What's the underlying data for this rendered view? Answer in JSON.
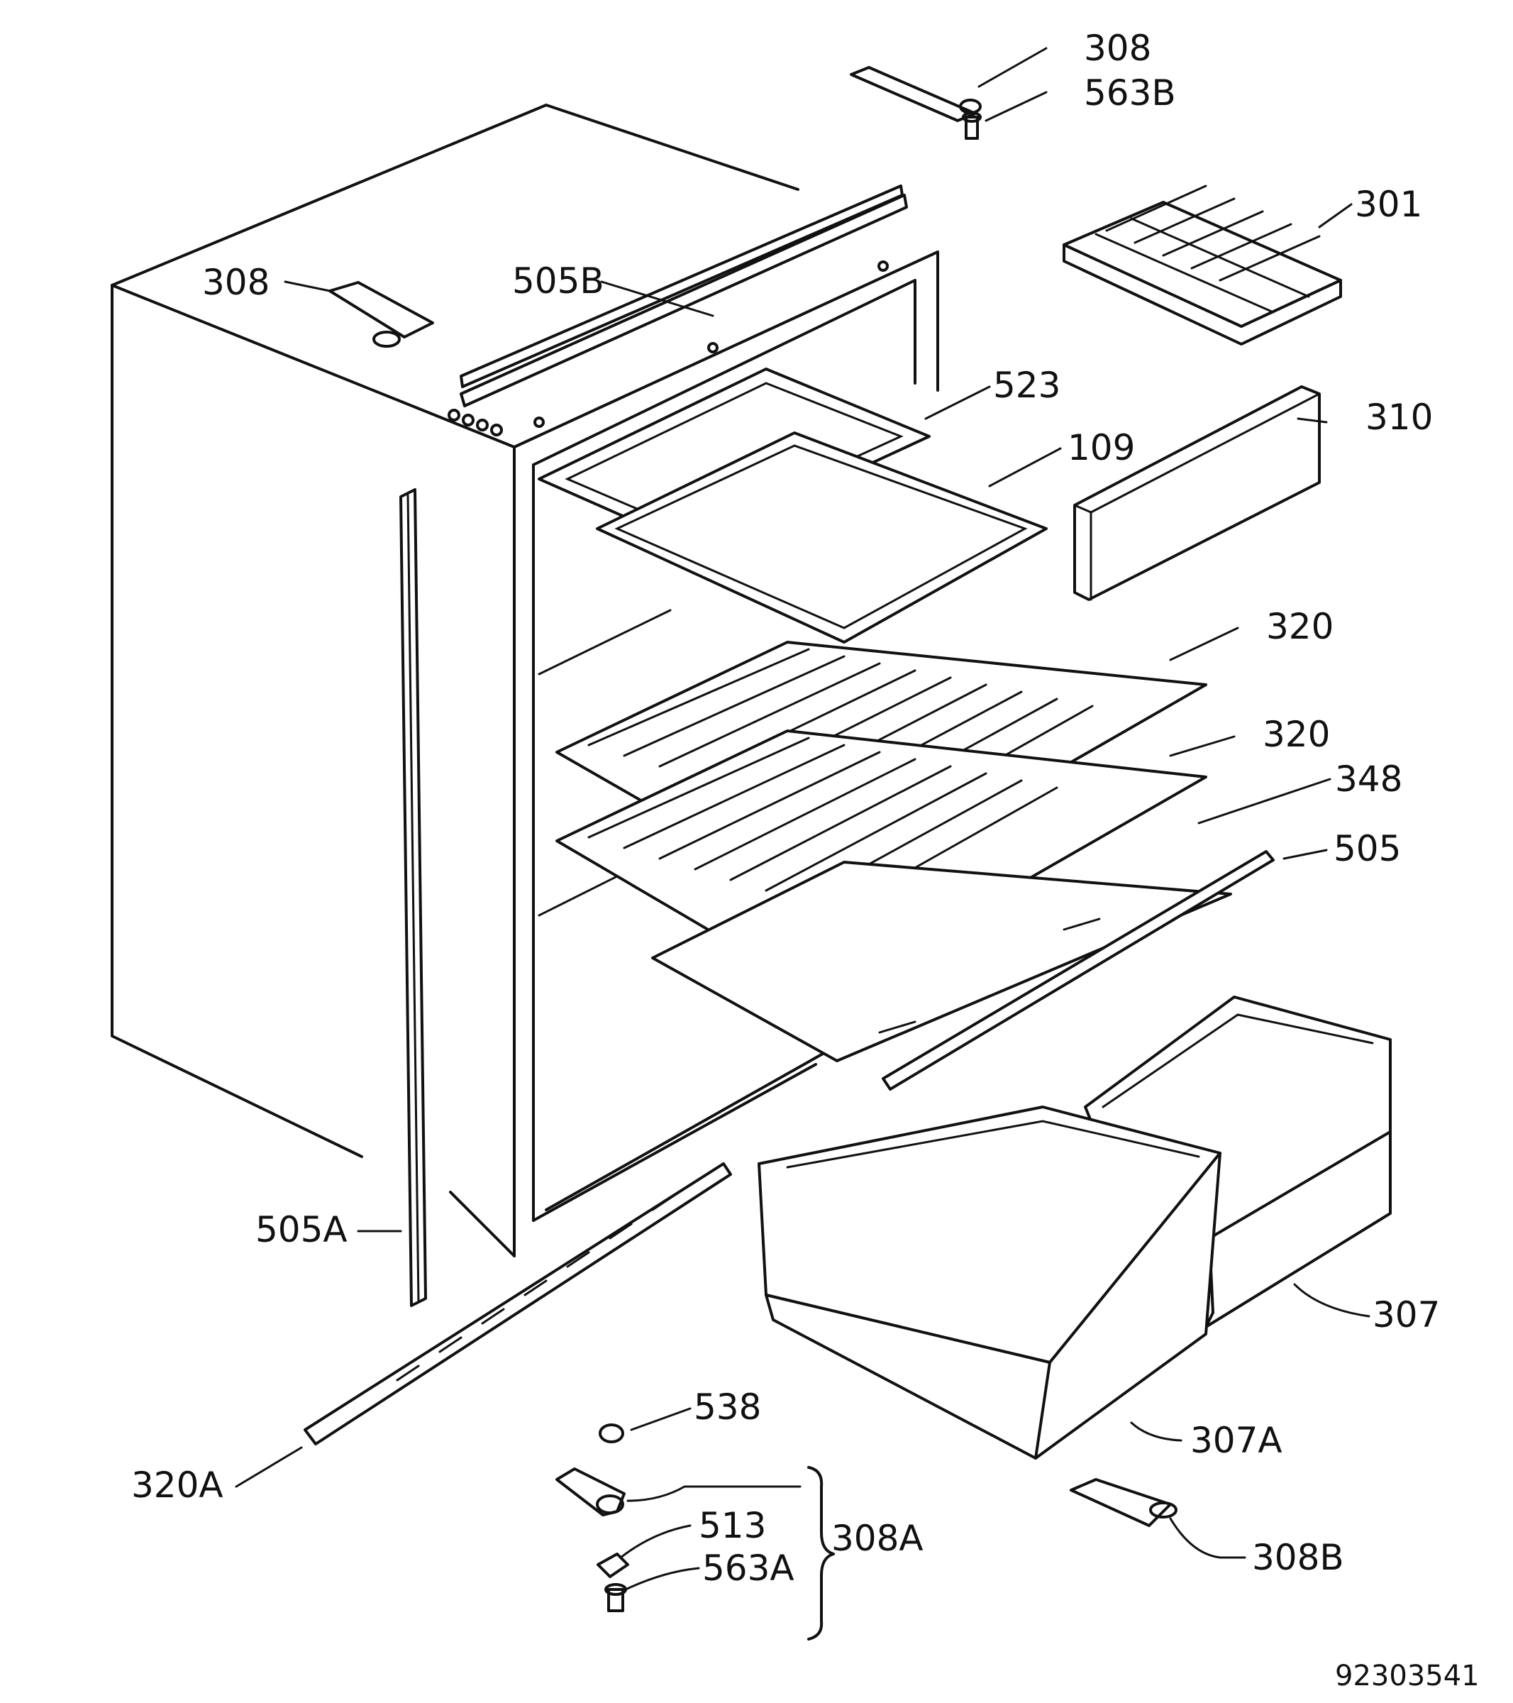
{
  "document_number": "92303541",
  "parts": {
    "p308_top": "308",
    "p563b": "563B",
    "p301": "301",
    "p308_left": "308",
    "p505b": "505B",
    "p523": "523",
    "p310": "310",
    "p109": "109",
    "p320_upper": "320",
    "p320_lower": "320",
    "p348": "348",
    "p505": "505",
    "p505a": "505A",
    "p307": "307",
    "p307a": "307A",
    "p538": "538",
    "p320a": "320A",
    "p308a": "308A",
    "p513": "513",
    "p563a": "563A",
    "p308b": "308B"
  }
}
